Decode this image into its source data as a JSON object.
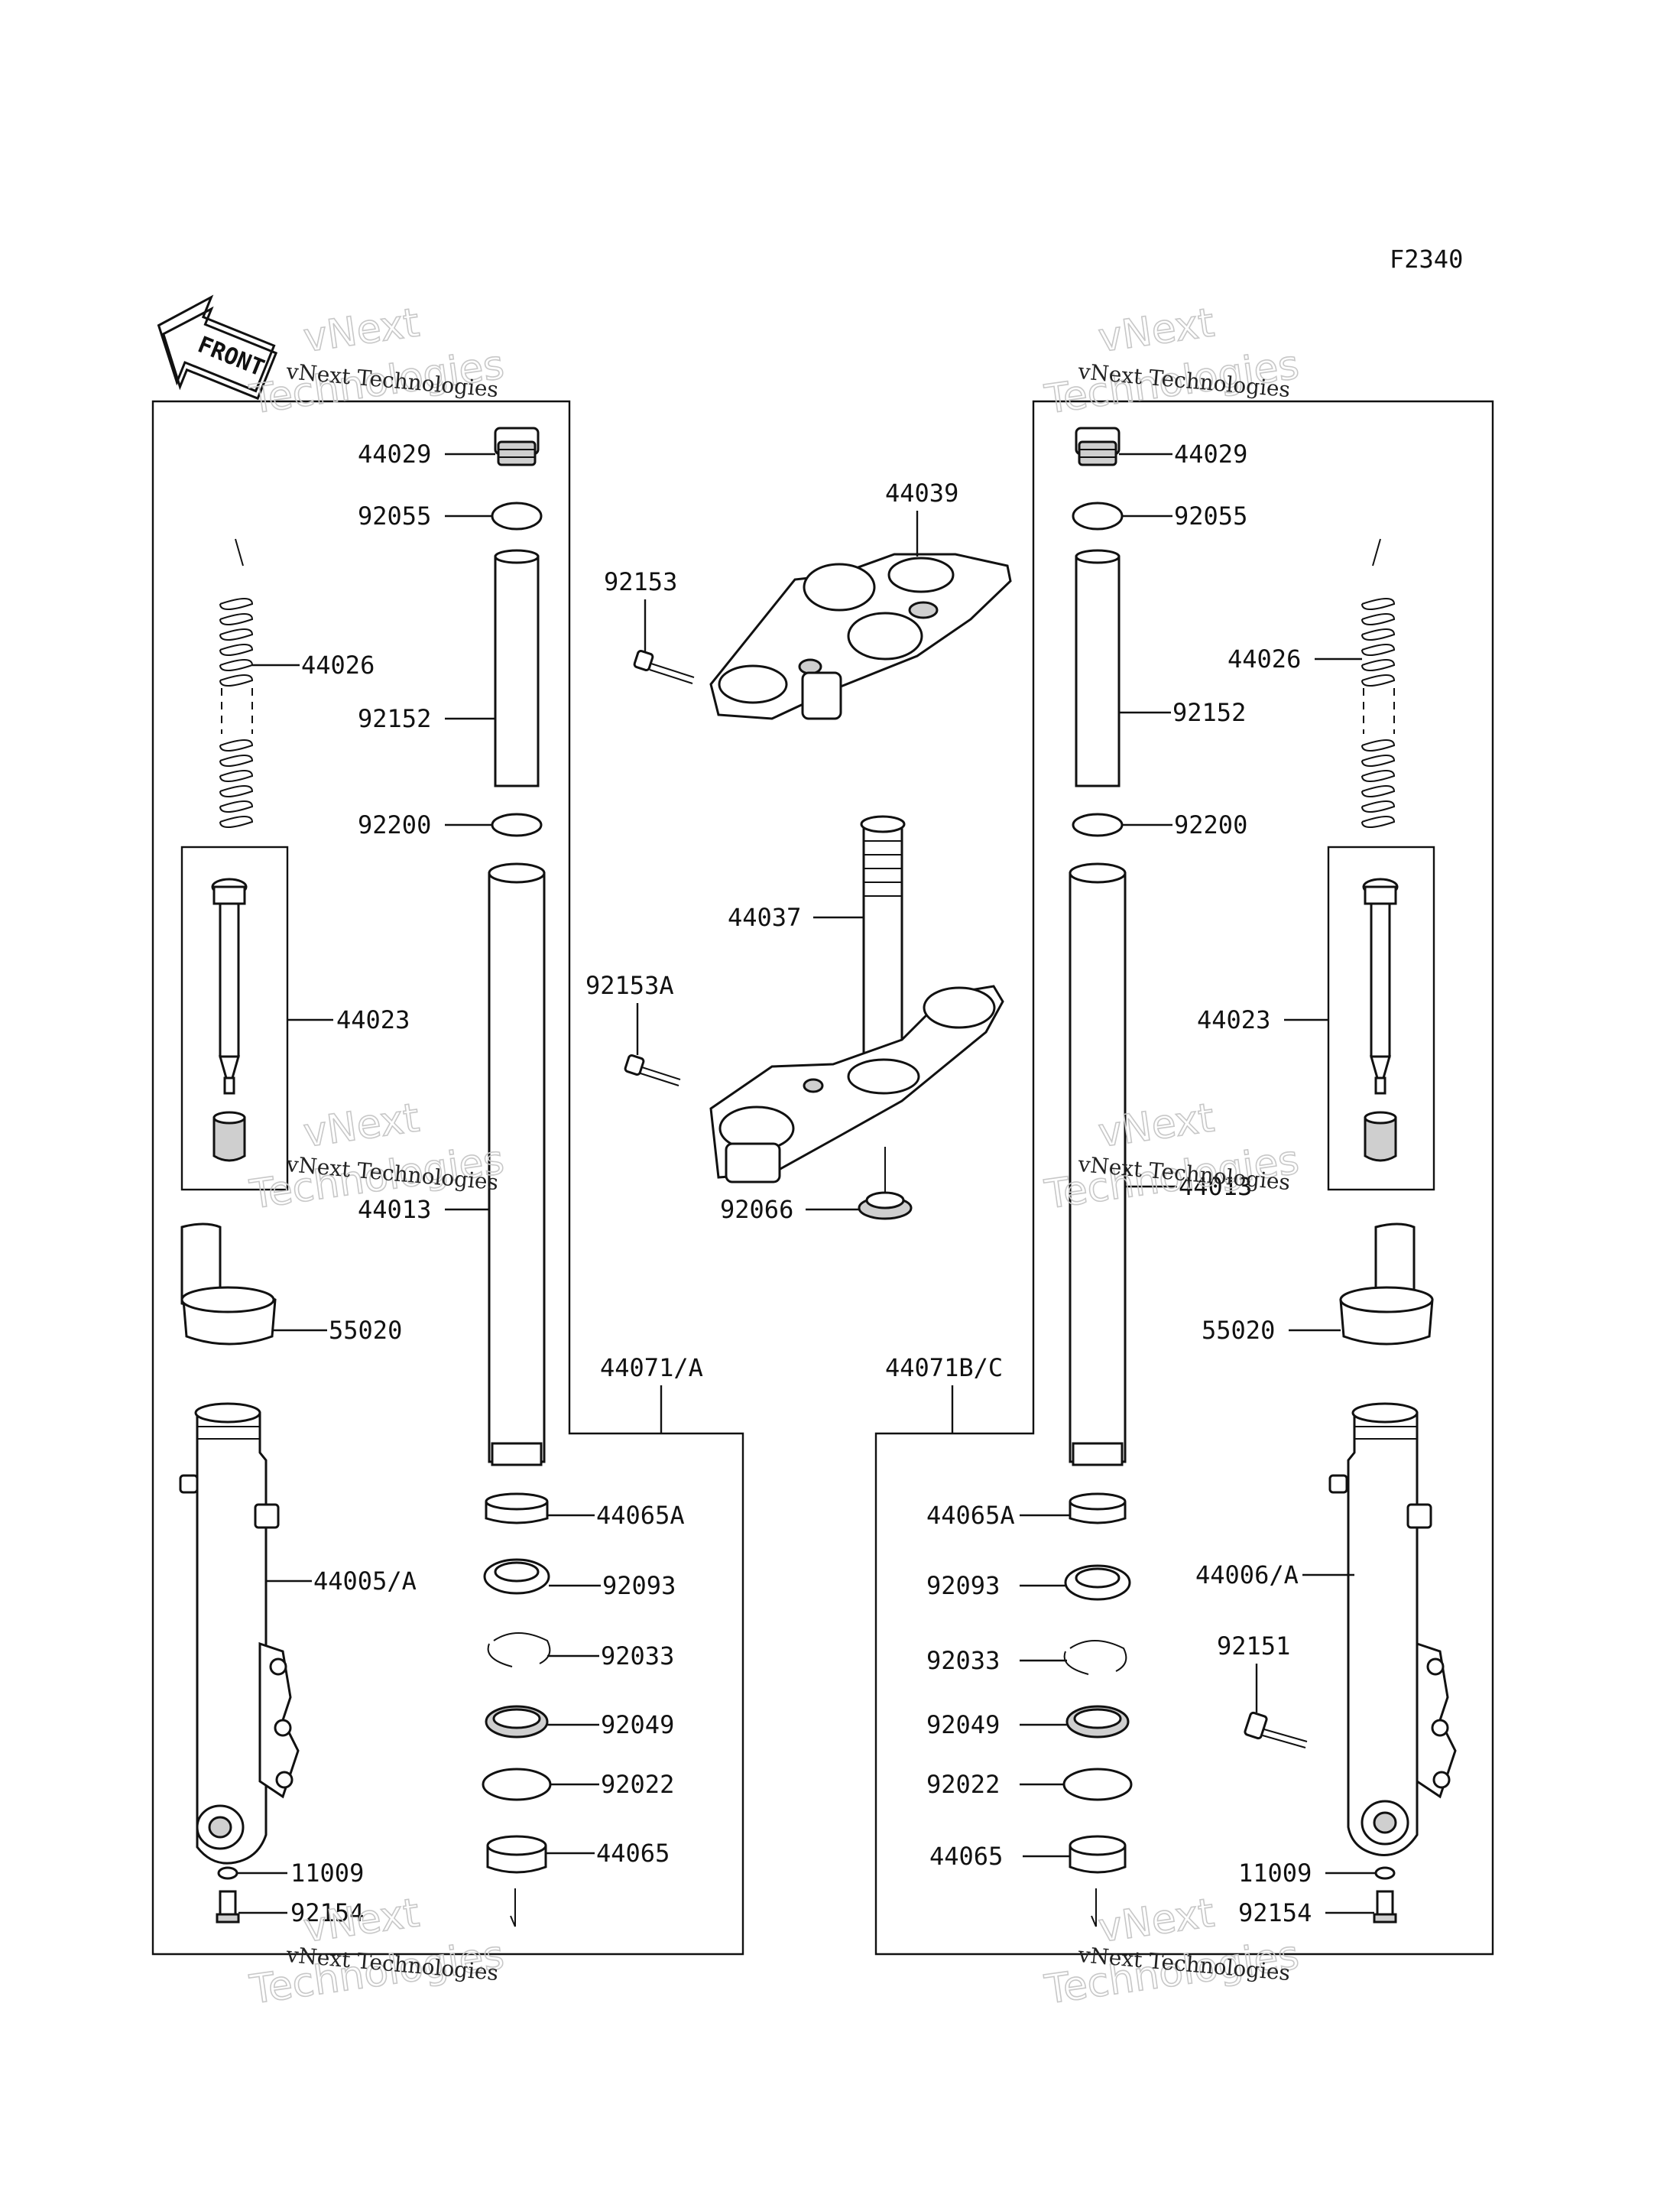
{
  "figure_code": "F2340",
  "front_badge": "FRONT",
  "watermark": {
    "line1": "vNext",
    "line2": "Technologies",
    "small": "vNext Technologies"
  },
  "groups": {
    "left_assembly": "44071/A",
    "right_assembly": "44071B/C"
  },
  "labels": {
    "l_44029": "44029",
    "l_92055": "92055",
    "l_44026": "44026",
    "l_92152": "92152",
    "l_92200": "92200",
    "l_44023": "44023",
    "l_44013": "44013",
    "l_55020": "55020",
    "l_44005": "44005/A",
    "l_44065A": "44065A",
    "l_92093": "92093",
    "l_92033": "92033",
    "l_92049": "92049",
    "l_92022": "92022",
    "l_44065": "44065",
    "l_11009": "11009",
    "l_92154": "92154",
    "c_44039": "44039",
    "c_92153": "92153",
    "c_44037": "44037",
    "c_92153A": "92153A",
    "c_92066": "92066",
    "r_44029": "44029",
    "r_92055": "92055",
    "r_44026": "44026",
    "r_92152": "92152",
    "r_92200": "92200",
    "r_44023": "44023",
    "r_44013": "44013",
    "r_55020": "55020",
    "r_44006": "44006/A",
    "r_92151": "92151",
    "r_44065A": "44065A",
    "r_92093": "92093",
    "r_92033": "92033",
    "r_92049": "92049",
    "r_92022": "92022",
    "r_44065": "44065",
    "r_11009": "11009",
    "r_92154": "92154"
  }
}
